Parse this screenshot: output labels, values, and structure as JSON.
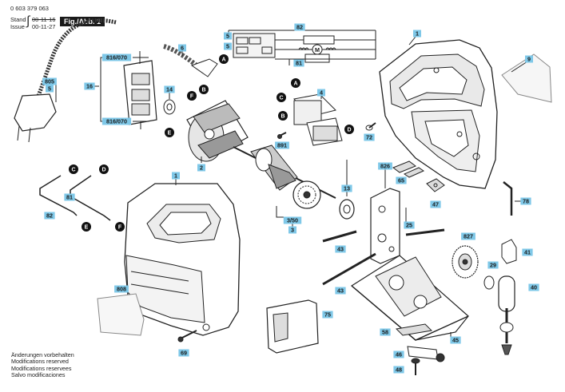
{
  "header": {
    "doc_number": "0 603 379 063",
    "stand_label": "Stand",
    "stand_value": "00-11-16",
    "issue_label": "Issue",
    "issue_value": "00-11-27",
    "figure_label": "Fig./Abb. 1"
  },
  "footer": {
    "lines": [
      "Änderungen vorbehalten",
      "Modifications reserved",
      "Modifications reservees",
      "Salvo modificaciones"
    ]
  },
  "part_labels": [
    {
      "id": "p82a",
      "text": "82"
    },
    {
      "id": "p5a",
      "text": "5"
    },
    {
      "id": "p5b",
      "text": "5"
    },
    {
      "id": "p81a",
      "text": "81"
    },
    {
      "id": "p1a",
      "text": "1"
    },
    {
      "id": "p9",
      "text": "9"
    },
    {
      "id": "p6",
      "text": "6"
    },
    {
      "id": "p16",
      "text": "16"
    },
    {
      "id": "p816a",
      "text": "816/070"
    },
    {
      "id": "p816b",
      "text": "816/070"
    },
    {
      "id": "p805",
      "text": "805"
    },
    {
      "id": "p5c",
      "text": "5"
    },
    {
      "id": "p14",
      "text": "14"
    },
    {
      "id": "p2",
      "text": "2"
    },
    {
      "id": "p4",
      "text": "4"
    },
    {
      "id": "p891",
      "text": "891"
    },
    {
      "id": "p72",
      "text": "72"
    },
    {
      "id": "p826",
      "text": "826"
    },
    {
      "id": "p65",
      "text": "65"
    },
    {
      "id": "p47",
      "text": "47"
    },
    {
      "id": "p78",
      "text": "78"
    },
    {
      "id": "p13",
      "text": "13"
    },
    {
      "id": "p350",
      "text": "3/50"
    },
    {
      "id": "p3",
      "text": "3"
    },
    {
      "id": "p25",
      "text": "25"
    },
    {
      "id": "p81b",
      "text": "81"
    },
    {
      "id": "p82b",
      "text": "82"
    },
    {
      "id": "p1b",
      "text": "1"
    },
    {
      "id": "p43a",
      "text": "43"
    },
    {
      "id": "p43b",
      "text": "43"
    },
    {
      "id": "p827",
      "text": "827"
    },
    {
      "id": "p41",
      "text": "41"
    },
    {
      "id": "p29",
      "text": "29"
    },
    {
      "id": "p40",
      "text": "40"
    },
    {
      "id": "p808",
      "text": "808"
    },
    {
      "id": "p75",
      "text": "75"
    },
    {
      "id": "p45",
      "text": "45"
    },
    {
      "id": "p58",
      "text": "58"
    },
    {
      "id": "p46",
      "text": "46"
    },
    {
      "id": "p48",
      "text": "48"
    },
    {
      "id": "p69",
      "text": "69"
    }
  ],
  "connector_markers": [
    {
      "id": "mA1",
      "text": "A"
    },
    {
      "id": "mB1",
      "text": "B"
    },
    {
      "id": "mF1",
      "text": "F"
    },
    {
      "id": "mE1",
      "text": "E"
    },
    {
      "id": "mA2",
      "text": "A"
    },
    {
      "id": "mC2",
      "text": "C"
    },
    {
      "id": "mB2",
      "text": "B"
    },
    {
      "id": "mD2",
      "text": "D"
    },
    {
      "id": "mC3",
      "text": "C"
    },
    {
      "id": "mD3",
      "text": "D"
    },
    {
      "id": "mE3",
      "text": "E"
    },
    {
      "id": "mF3",
      "text": "F"
    }
  ],
  "motor_symbol": "M"
}
